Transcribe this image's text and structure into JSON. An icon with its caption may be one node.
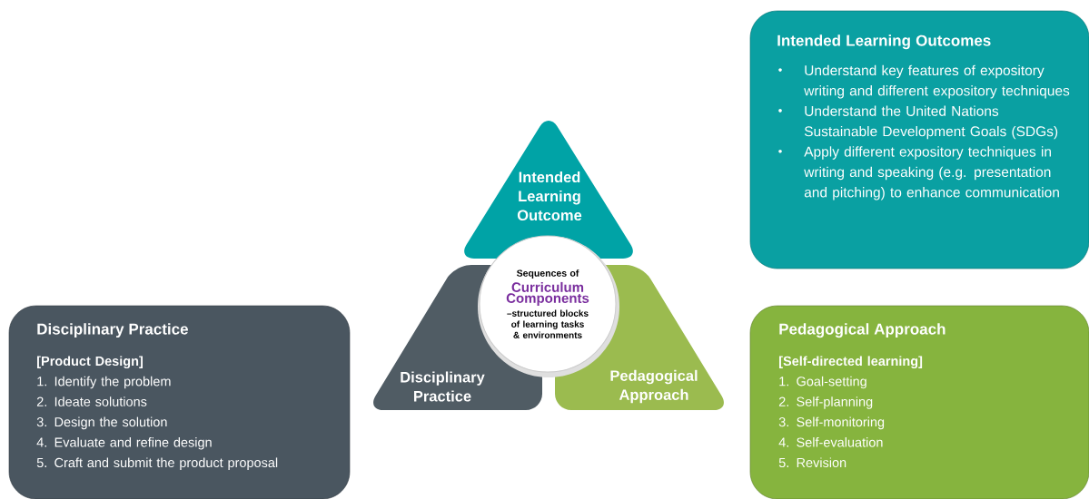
{
  "diagram": {
    "nodes": [
      {
        "text": [
          "Intended Learning Outcome"
        ]
      },
      {
        "text": [
          "Disciplinary Practice"
        ]
      },
      {
        "text": [
          "Pedagogical Approach"
        ]
      },
      {
        "text": [
          "Sequences of",
          "Curriculum Components",
          "–structured blocks of learning tasks & environments"
        ]
      },
      {
        "text": [
          "Intended Learning Outcomes",
          "Understand key features of expository writing and different expository techniques",
          "Understand the United Nations Sustainable Development Goals (SDGs)",
          "Apply different expository techniques in writing and speaking (e.g. presentation and pitching) to enhance communication"
        ]
      },
      {
        "text": [
          "Disciplinary Practice",
          "[Product Design]",
          "1.  Identify the problem",
          "2.  Ideate solutions",
          "3.  Design the solution",
          "4.  Evaluate and refine design",
          "5.  Craft and submit the product proposal"
        ]
      },
      {
        "text": [
          "Pedagogical Approach",
          "[Self-directed learning]",
          "1.  Goal-setting",
          "2.  Self-planning",
          "3.  Self-monitoring",
          "4.  Self-evaluation",
          "5.  Revision"
        ]
      }
    ]
  }
}
